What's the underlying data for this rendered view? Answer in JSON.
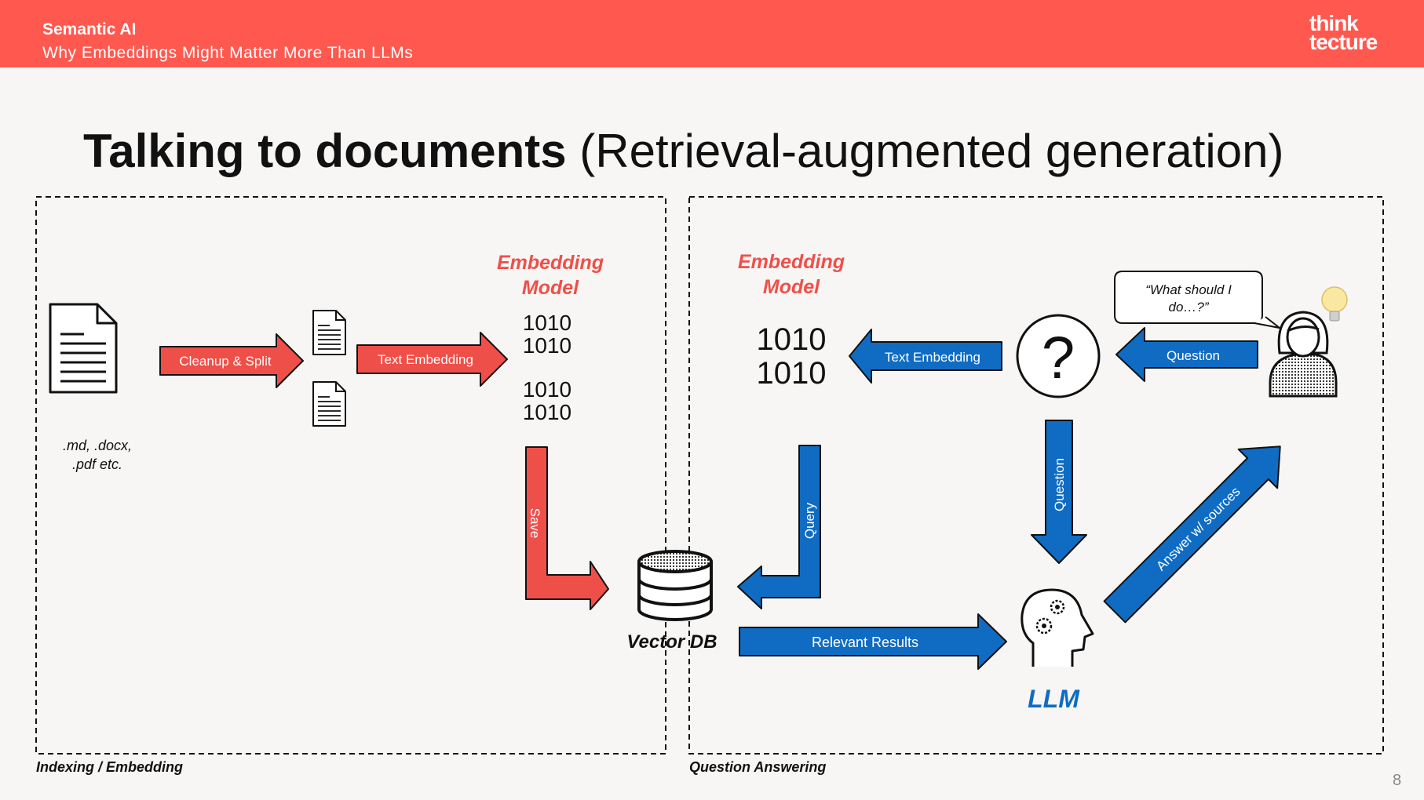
{
  "header": {
    "title": "Semantic AI",
    "subtitle": "Why Embeddings Might Matter More Than LLMs",
    "logo_line1": "think",
    "logo_line2": "tecture"
  },
  "slide": {
    "title_bold": "Talking to documents",
    "title_rest": " (Retrieval-augmented generation)",
    "page_number": "8"
  },
  "panels": {
    "left_label": "Indexing / Embedding",
    "right_label": "Question Answering"
  },
  "indexing": {
    "file_types_line1": ".md, .docx,",
    "file_types_line2": ".pdf etc.",
    "cleanup_label": "Cleanup & Split",
    "embed_label": "Text Embedding",
    "model_line1": "Embedding",
    "model_line2": "Model",
    "binary": "1010",
    "save_label": "Save",
    "db_label": "Vector DB"
  },
  "qa": {
    "model_line1": "Embedding",
    "model_line2": "Model",
    "binary": "1010",
    "text_embedding_label": "Text Embedding",
    "question_label": "Question",
    "question_down_label": "Question",
    "query_label": "Query",
    "results_label": "Relevant Results",
    "answer_label": "Answer w/ sources",
    "llm_label": "LLM",
    "speech_line1": "“What should I",
    "speech_line2": "do…?”",
    "question_mark": "?"
  },
  "colors": {
    "accent_red": "#ff584f",
    "arrow_red": "#ef4f49",
    "arrow_blue": "#0f6cc2",
    "llm_blue": "#0f6cc2"
  },
  "icons": [
    "document-icon",
    "small-document-icon",
    "database-icon",
    "question-circle-icon",
    "user-icon",
    "lightbulb-icon",
    "brain-gears-icon",
    "speech-bubble-icon"
  ]
}
